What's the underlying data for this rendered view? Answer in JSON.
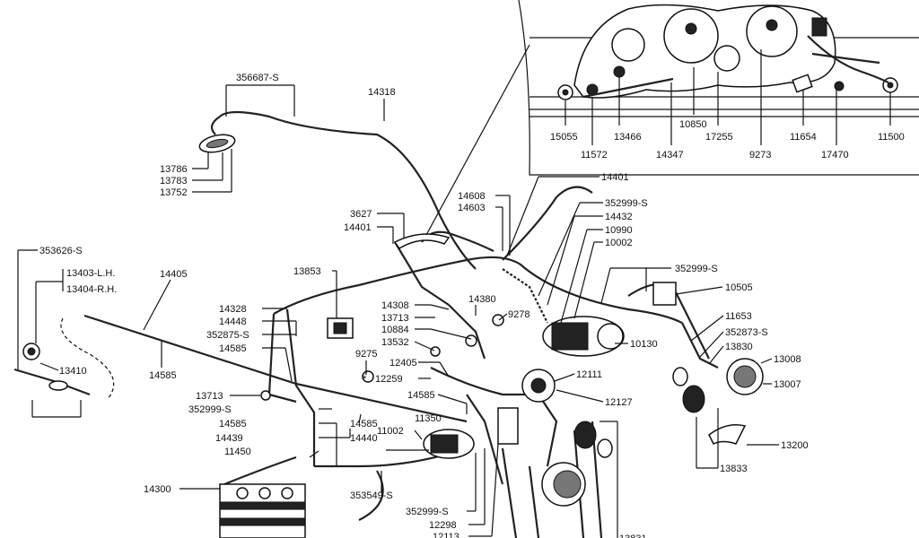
{
  "labels": [
    {
      "id": "l356687",
      "text": "356687-S"
    },
    {
      "id": "l14318",
      "text": "14318"
    },
    {
      "id": "l13786",
      "text": "13786"
    },
    {
      "id": "l13783",
      "text": "13783"
    },
    {
      "id": "l13752",
      "text": "13752"
    },
    {
      "id": "l15055",
      "text": "15055"
    },
    {
      "id": "l11572",
      "text": "11572"
    },
    {
      "id": "l13466",
      "text": "13466"
    },
    {
      "id": "l14347",
      "text": "14347"
    },
    {
      "id": "l10850",
      "text": "10850"
    },
    {
      "id": "l17255",
      "text": "17255"
    },
    {
      "id": "l9273",
      "text": "9273"
    },
    {
      "id": "l11654",
      "text": "11654"
    },
    {
      "id": "l17470",
      "text": "17470"
    },
    {
      "id": "l11500",
      "text": "11500"
    },
    {
      "id": "l14401a",
      "text": "14401"
    },
    {
      "id": "l14608",
      "text": "14608"
    },
    {
      "id": "l14603",
      "text": "14603"
    },
    {
      "id": "l352999a",
      "text": "352999-S"
    },
    {
      "id": "l14432",
      "text": "14432"
    },
    {
      "id": "l10990",
      "text": "10990"
    },
    {
      "id": "l10002",
      "text": "10002"
    },
    {
      "id": "l3627",
      "text": "3627"
    },
    {
      "id": "l14401b",
      "text": "14401"
    },
    {
      "id": "l353626",
      "text": "353626-S"
    },
    {
      "id": "l13403",
      "text": "13403-L.H."
    },
    {
      "id": "l13404",
      "text": "13404-R.H."
    },
    {
      "id": "l14405",
      "text": "14405"
    },
    {
      "id": "l13853",
      "text": "13853"
    },
    {
      "id": "l352999b",
      "text": "352999-S"
    },
    {
      "id": "l10505",
      "text": "10505"
    },
    {
      "id": "l14328",
      "text": "14328"
    },
    {
      "id": "l14448",
      "text": "14448"
    },
    {
      "id": "l352875",
      "text": "352875-S"
    },
    {
      "id": "l14585a",
      "text": "14585"
    },
    {
      "id": "l14308",
      "text": "14308"
    },
    {
      "id": "l13713a",
      "text": "13713"
    },
    {
      "id": "l10884",
      "text": "10884"
    },
    {
      "id": "l13532",
      "text": "13532"
    },
    {
      "id": "l14380",
      "text": "14380"
    },
    {
      "id": "l9278",
      "text": "9278"
    },
    {
      "id": "l11653",
      "text": "11653"
    },
    {
      "id": "l352873",
      "text": "352873-S"
    },
    {
      "id": "l13830",
      "text": "13830"
    },
    {
      "id": "l13008",
      "text": "13008"
    },
    {
      "id": "l13007",
      "text": "13007"
    },
    {
      "id": "l10130",
      "text": "10130"
    },
    {
      "id": "l13410",
      "text": "13410"
    },
    {
      "id": "l14585b",
      "text": "14585"
    },
    {
      "id": "l9275",
      "text": "9275"
    },
    {
      "id": "l12405",
      "text": "12405"
    },
    {
      "id": "l12259",
      "text": "12259"
    },
    {
      "id": "l12111",
      "text": "12111"
    },
    {
      "id": "l13713b",
      "text": "13713"
    },
    {
      "id": "l14585c",
      "text": "14585"
    },
    {
      "id": "l12127",
      "text": "12127"
    },
    {
      "id": "l352999c",
      "text": "352999-S"
    },
    {
      "id": "l14585d",
      "text": "14585"
    },
    {
      "id": "l11350",
      "text": "11350"
    },
    {
      "id": "l14439",
      "text": "14439"
    },
    {
      "id": "l14585e",
      "text": "14585"
    },
    {
      "id": "l14440",
      "text": "14440"
    },
    {
      "id": "l11002",
      "text": "11002"
    },
    {
      "id": "l11450",
      "text": "11450"
    },
    {
      "id": "l13200",
      "text": "13200"
    },
    {
      "id": "l13833",
      "text": "13833"
    },
    {
      "id": "l14300",
      "text": "14300"
    },
    {
      "id": "l353549",
      "text": "353549-S"
    },
    {
      "id": "l352999d",
      "text": "352999-S"
    },
    {
      "id": "l12298",
      "text": "12298"
    },
    {
      "id": "l12113",
      "text": "12113"
    },
    {
      "id": "l13831",
      "text": "13831"
    }
  ],
  "asterisk": "*"
}
